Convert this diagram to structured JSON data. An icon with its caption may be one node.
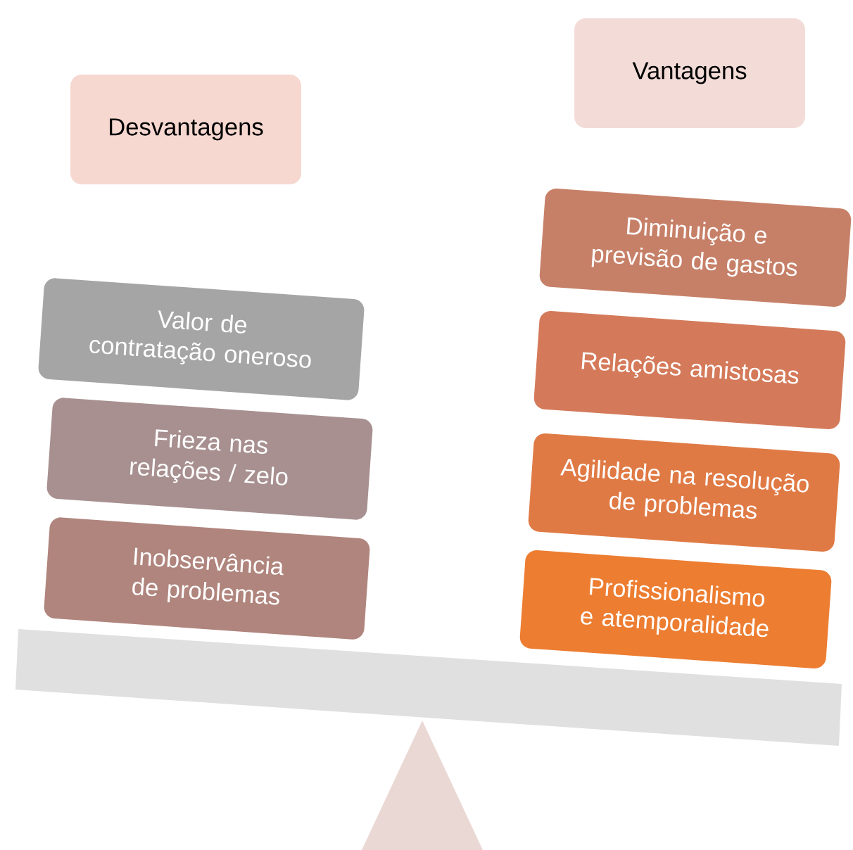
{
  "diagram": {
    "nodes": [
      {
        "text": [
          "Desvantagens"
        ]
      },
      {
        "text": [
          "Vantagens"
        ]
      },
      {
        "text": [
          "Valor de contratação oneroso"
        ]
      },
      {
        "text": [
          "Frieza nas relações / zelo"
        ]
      },
      {
        "text": [
          "Inobservância de problemas"
        ]
      },
      {
        "text": [
          "Diminuição e previsão de gastos"
        ]
      },
      {
        "text": [
          "Relações amistosas"
        ]
      },
      {
        "text": [
          "Agilidade na resolução de problemas"
        ]
      },
      {
        "text": [
          "Profissionalismo e atemporalidade"
        ]
      }
    ]
  }
}
